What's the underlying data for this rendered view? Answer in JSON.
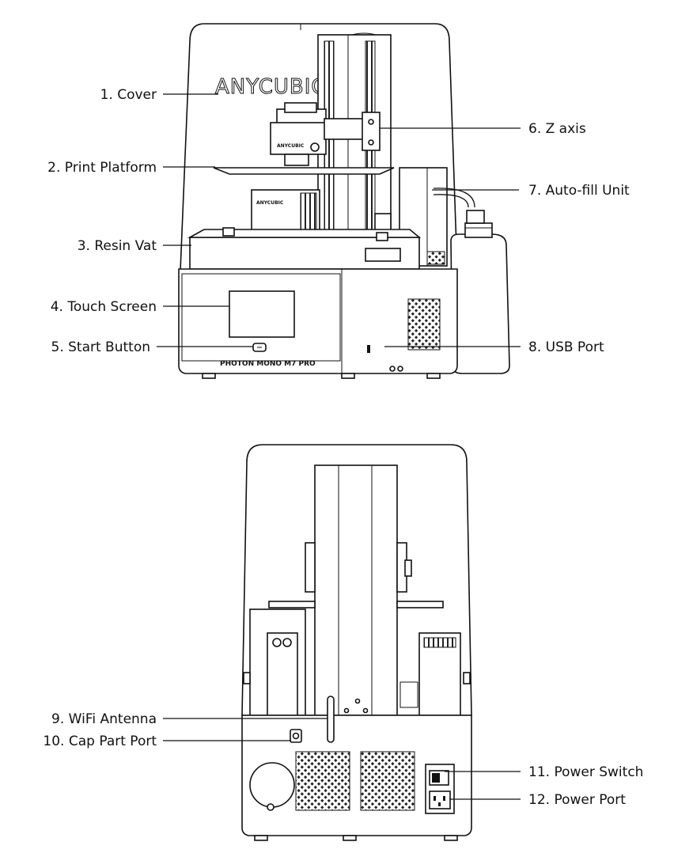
{
  "front_view": {
    "brand_logo": "ANYCUBIC",
    "model_badge": "PHOTON MONO M7 PRO",
    "labels": [
      "1. Cover",
      "2. Print Platform",
      "3. Resin Vat",
      "4. Touch Screen",
      "5. Start Button",
      "6. Z axis",
      "7. Auto-fill Unit",
      "8. USB Port"
    ]
  },
  "back_view": {
    "labels": [
      "9. WiFi Antenna",
      "10. Cap Part Port",
      "11. Power Switch",
      "12. Power Port"
    ]
  }
}
